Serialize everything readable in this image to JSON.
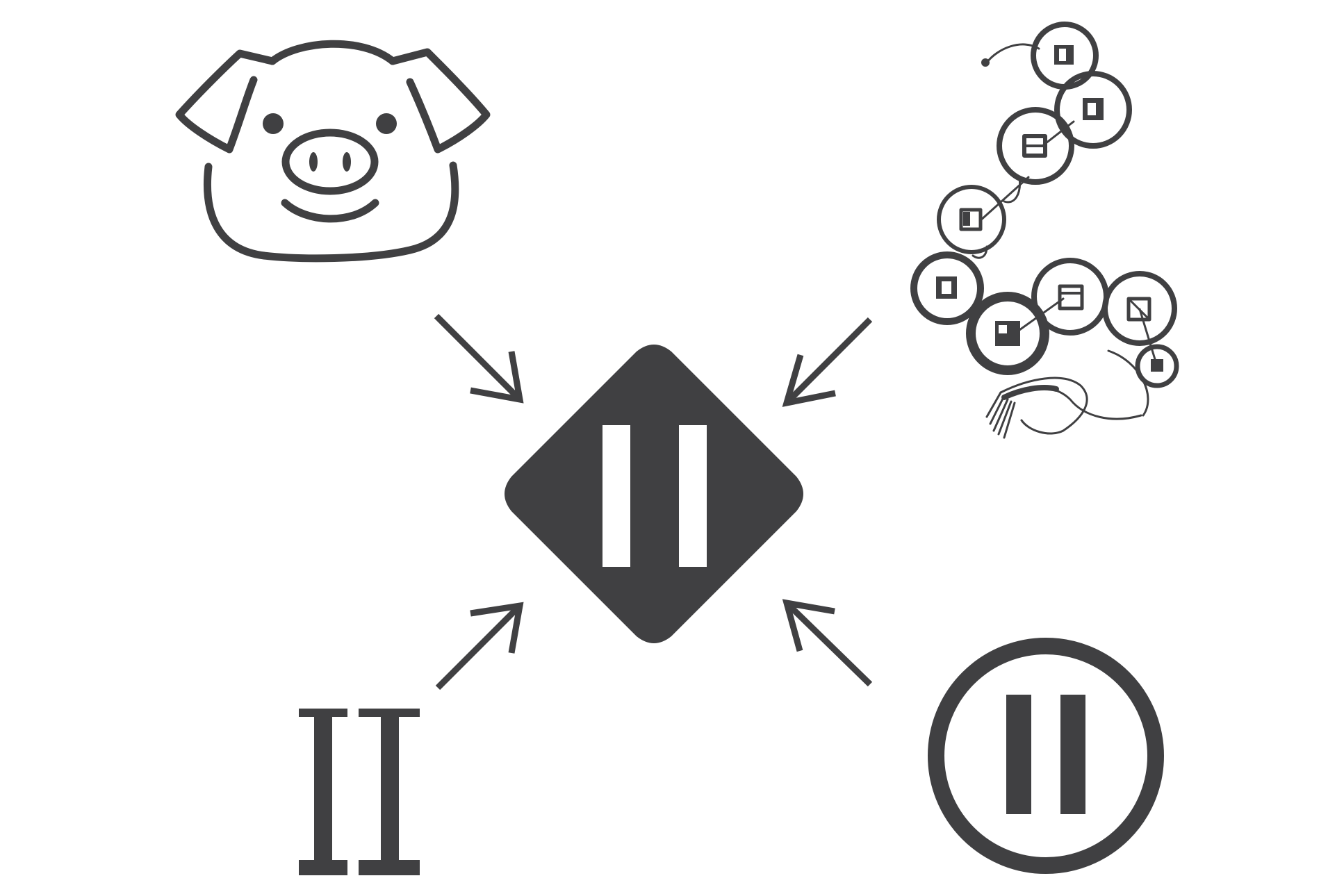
{
  "diagram": {
    "center": {
      "icon": "pause-diamond-icon"
    },
    "sources": [
      {
        "position": "top-left",
        "icon": "pig-face-icon"
      },
      {
        "position": "top-right",
        "icon": "coin-string-icon"
      },
      {
        "position": "bottom-left",
        "icon": "roman-numeral-two-icon"
      },
      {
        "position": "bottom-right",
        "icon": "pause-circle-icon"
      }
    ],
    "colors": {
      "ink": "#404042",
      "background": "#ffffff"
    }
  }
}
